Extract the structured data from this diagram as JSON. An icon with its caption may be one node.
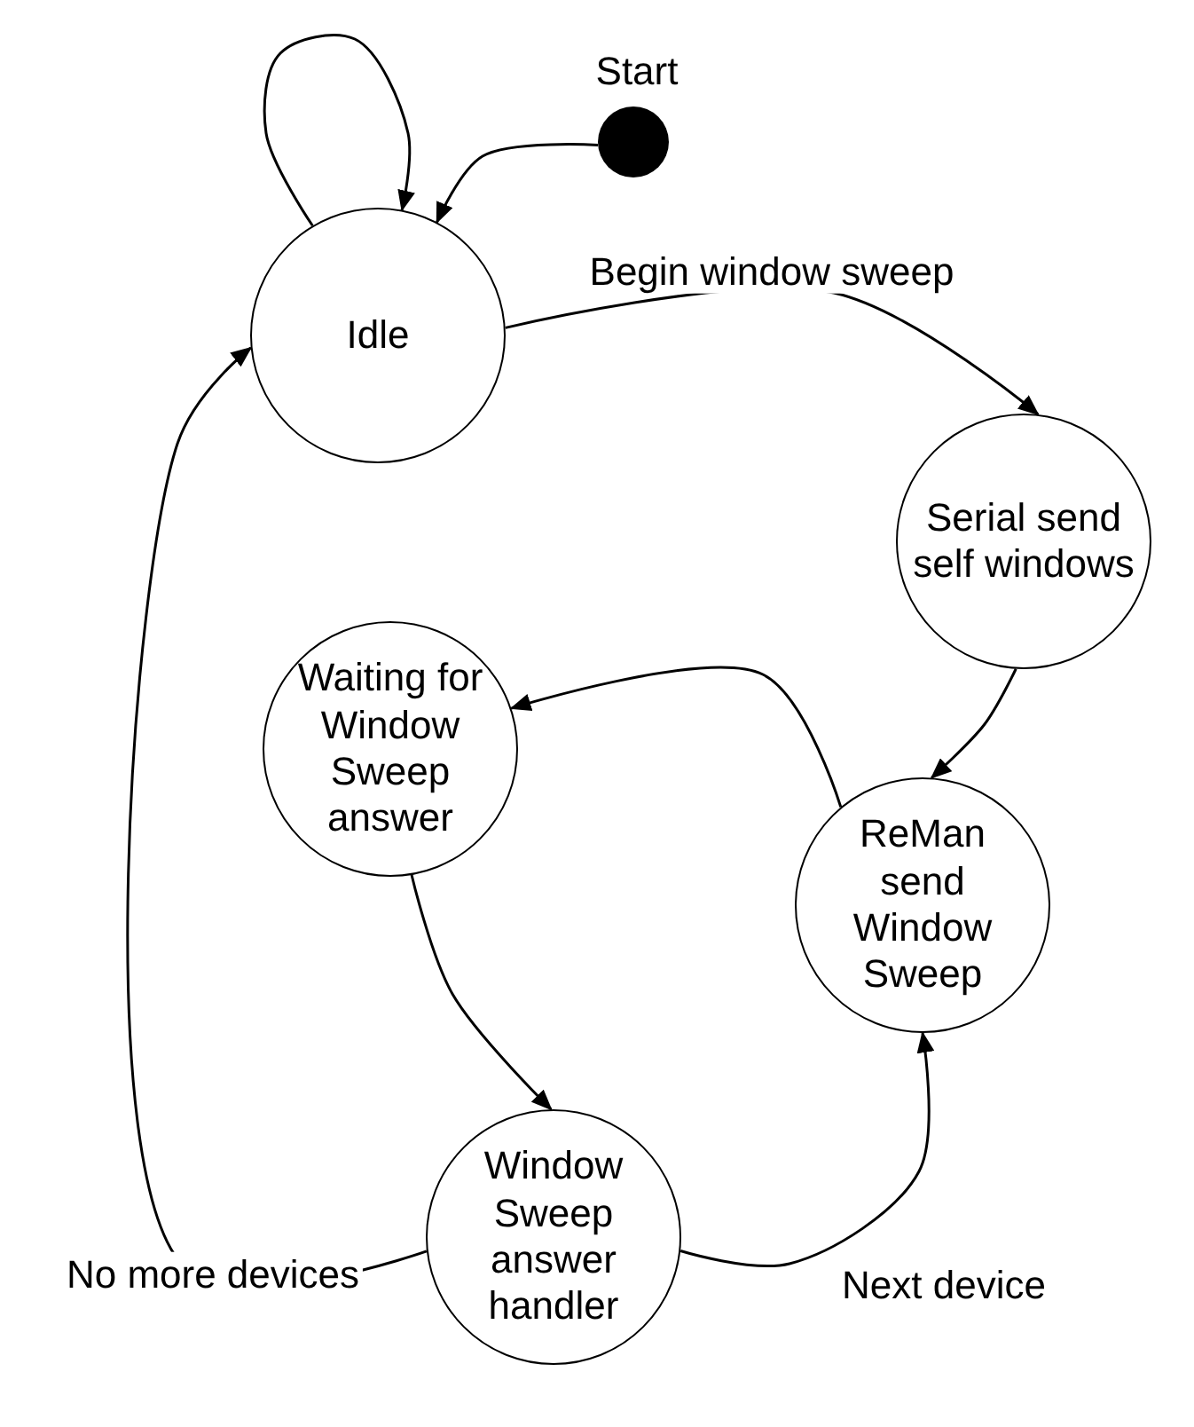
{
  "diagram": {
    "nodes": [
      {
        "text": [],
        "shape": "circle",
        "beside": [
          "Start"
        ]
      },
      {
        "text": [
          "Idle"
        ]
      },
      {
        "text": [
          "Serial send self windows"
        ]
      },
      {
        "text": [
          "Waiting for Window Sweep answer"
        ]
      },
      {
        "text": [
          "ReMan send Window Sweep"
        ]
      },
      {
        "text": [
          "Window Sweep answer handler"
        ]
      }
    ],
    "edges": [
      {
        "from": 1,
        "to": 1,
        "arrow": "to"
      },
      {
        "from": 0,
        "to": 1,
        "arrow": "to"
      },
      {
        "from": 1,
        "to": 2,
        "label": "Begin window sweep",
        "arrow": "to"
      },
      {
        "from": 2,
        "to": 4,
        "arrow": "to"
      },
      {
        "from": 4,
        "to": 3,
        "arrow": "to"
      },
      {
        "from": 3,
        "to": 5,
        "arrow": "to"
      },
      {
        "from": 5,
        "to": 1,
        "label": "No more devices",
        "arrow": "to"
      },
      {
        "from": 5,
        "to": 4,
        "label": "Next device",
        "arrow": "to"
      }
    ]
  }
}
